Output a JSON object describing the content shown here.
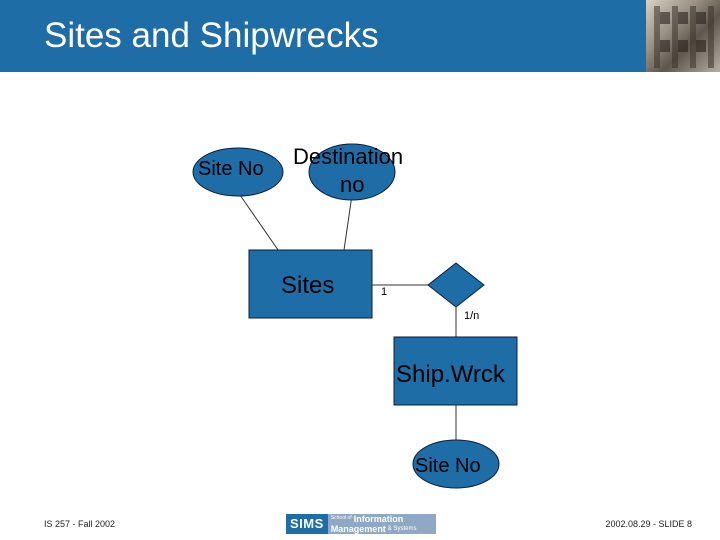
{
  "slide": {
    "title": "Sites and Shipwrecks"
  },
  "diagram": {
    "attr_site_no_1": "Site No",
    "attr_destination_line1": "Destination",
    "attr_destination_line2": "no",
    "entity_sites": "Sites",
    "entity_shipwrck": "Ship.Wrck",
    "attr_site_no_2": "Site No",
    "cardinality_one": "1",
    "cardinality_many": "1/n"
  },
  "footer": {
    "course": "IS 257 - Fall 2002",
    "slide_ref": "2002.08.29 - SLIDE 8",
    "logo_sims": "SIMS",
    "logo_school_of": "School of",
    "logo_information": "Information",
    "logo_management": "Management",
    "logo_systems": "& Systems"
  },
  "colors": {
    "header_bg": "#1f6da6",
    "shape_fill": "#1f6da6",
    "shape_stroke": "#0a1e40"
  }
}
